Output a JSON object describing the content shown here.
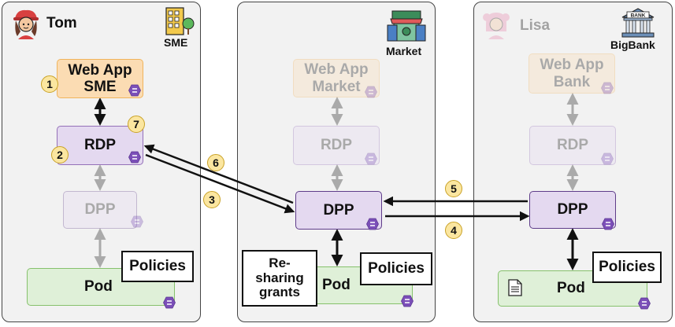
{
  "panels": {
    "tom": {
      "person": "Tom",
      "org": "SME",
      "webapp": "Web App SME",
      "rdp": "RDP",
      "dpp": "DPP",
      "pod": "Pod",
      "policies": "Policies"
    },
    "market": {
      "org": "Market",
      "webapp": "Web App Market",
      "rdp": "RDP",
      "dpp": "DPP",
      "pod": "Pod",
      "policies": "Policies",
      "grants": "Re-sharing grants"
    },
    "lisa": {
      "person": "Lisa",
      "org": "BigBank",
      "bank_sign": "BANK",
      "webapp": "Web App Bank",
      "rdp": "RDP",
      "dpp": "DPP",
      "pod": "Pod",
      "policies": "Policies"
    }
  },
  "steps": [
    "1",
    "2",
    "3",
    "4",
    "5",
    "6",
    "7"
  ],
  "colors": {
    "webapp_fill": "#fbdcb3",
    "node_fill": "#e4d9f0",
    "pod_fill": "#dff0d8",
    "panel_fill": "#f2f2f2",
    "badge_fill": "#fbe6a0",
    "solid_logo": "#7b4fb8"
  },
  "icons": [
    "person-avatar-icon",
    "office-building-icon",
    "market-building-icon",
    "bank-building-icon",
    "solid-logo-icon",
    "document-icon"
  ]
}
